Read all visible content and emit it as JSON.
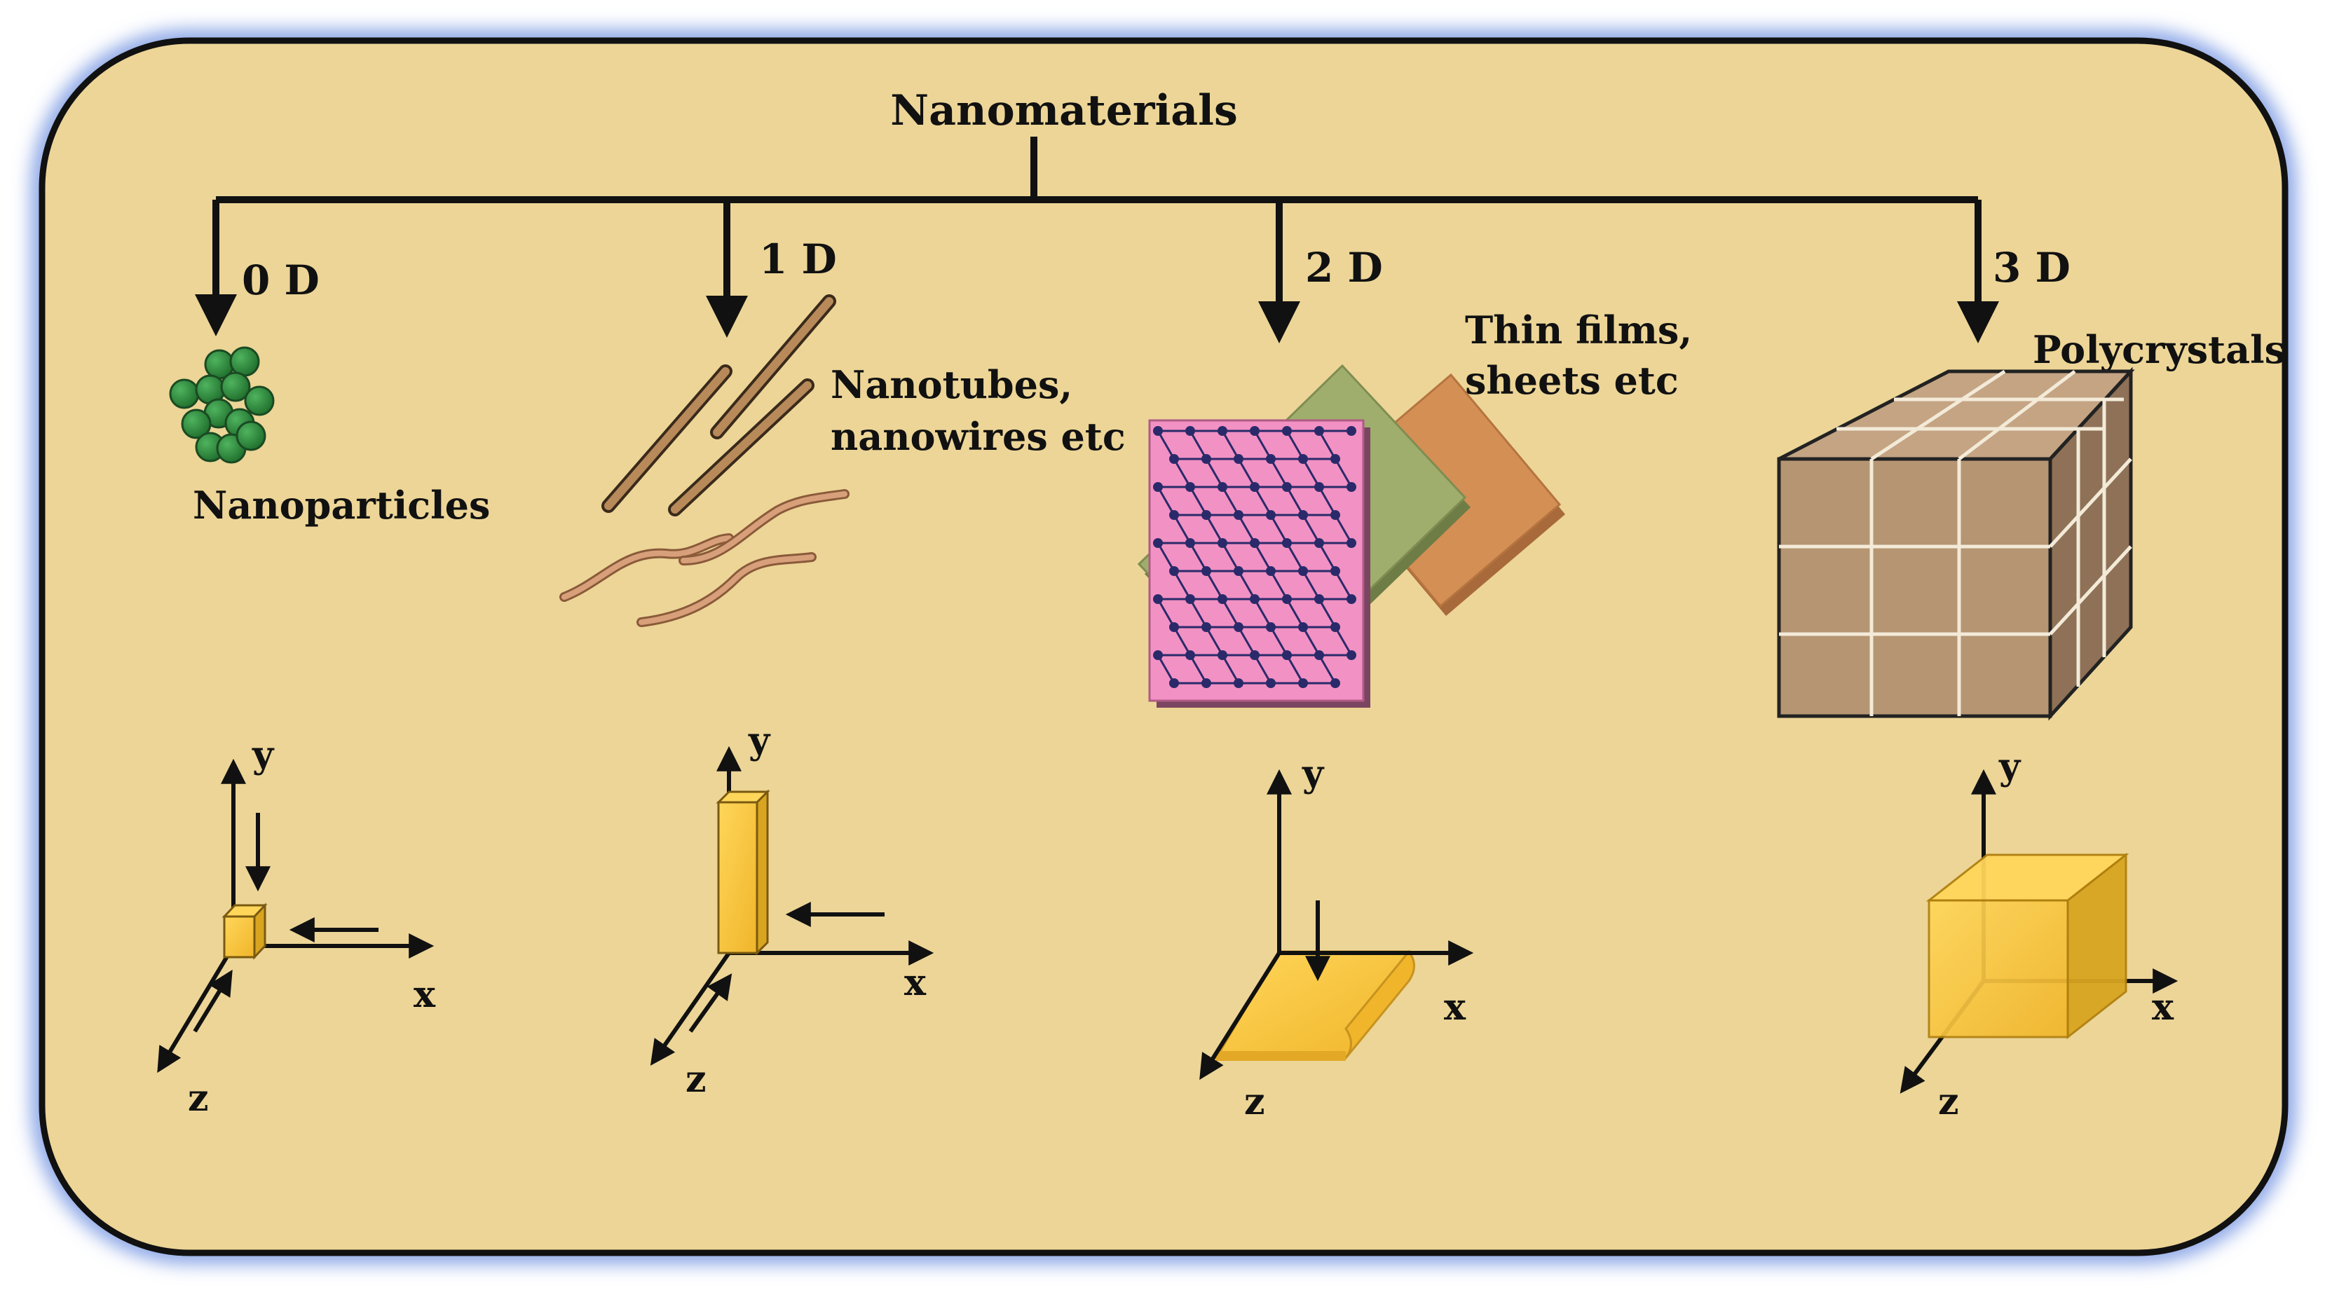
{
  "diagram": {
    "root": {
      "label": "Nanomaterials"
    },
    "categories": [
      {
        "dimension": "0 D",
        "examples": [
          "Nanoparticles"
        ]
      },
      {
        "dimension": "1 D",
        "examples": [
          "Nanotubes,",
          "nanowires etc"
        ]
      },
      {
        "dimension": "2 D",
        "examples": [
          "Thin films,",
          "sheets etc"
        ]
      },
      {
        "dimension": "3 D",
        "examples": [
          "Polycrystals"
        ]
      }
    ],
    "axes": {
      "x": "x",
      "y": "y",
      "z": "z"
    }
  },
  "colors": {
    "panel_fill": "#ecd597",
    "panel_stroke": "#111111",
    "glow": "#6d8fe0",
    "nanoparticle": "#2e8b3d",
    "tube": "#b88a5a",
    "wire": "#d5956a",
    "sheet_pink": "#f291c4",
    "sheet_green": "#9fae6d",
    "sheet_orange": "#d48f55",
    "lattice": "#2a2a6a",
    "cube_brown": "#b69573",
    "box_yellow": "#f6c43a"
  }
}
